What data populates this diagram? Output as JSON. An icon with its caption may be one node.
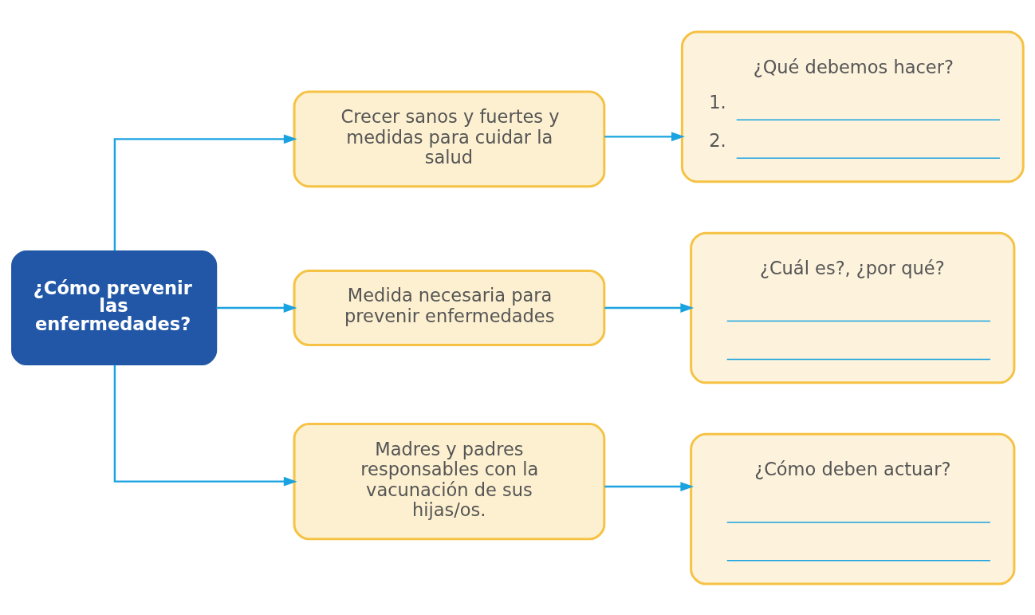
{
  "diagram": {
    "nodes": [
      {
        "text": [
          "¿Cómo prevenir las enfermedades?"
        ]
      },
      {
        "text": [
          "Crecer sanos y fuertes y medidas para cuidar la salud"
        ]
      },
      {
        "text": [
          "Medida necesaria para prevenir enfermedades"
        ]
      },
      {
        "text": [
          "Madres y padres responsables con la vacunación de sus hijas/os."
        ]
      },
      {
        "text": [
          "¿Qué debemos hacer?",
          "1.",
          "2."
        ]
      },
      {
        "text": [
          "¿Cuál es?, ¿por qué?"
        ]
      },
      {
        "text": [
          "¿Cómo deben actuar?"
        ]
      }
    ],
    "edges": [
      {
        "from": 0,
        "to": 1,
        "arrow": "to"
      },
      {
        "from": 0,
        "to": 2,
        "arrow": "to"
      },
      {
        "from": 0,
        "to": 3,
        "arrow": "to"
      },
      {
        "from": 1,
        "to": 4,
        "arrow": "to"
      },
      {
        "from": 2,
        "to": 5,
        "arrow": "to"
      },
      {
        "from": 3,
        "to": 6,
        "arrow": "to"
      }
    ]
  }
}
